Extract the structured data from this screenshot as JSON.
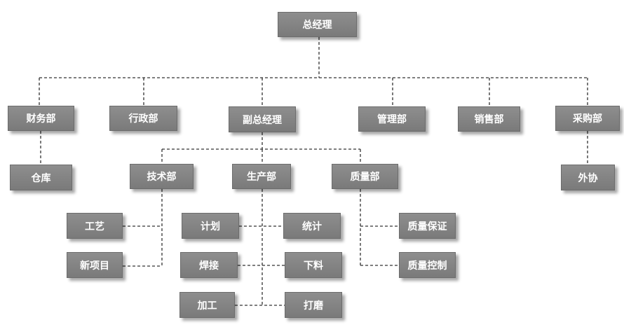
{
  "org_chart": {
    "root": "总经理",
    "level1": {
      "finance": "财务部",
      "admin": "行政部",
      "vice_gm": "副总经理",
      "management": "管理部",
      "sales": "销售部",
      "purchasing": "采购部"
    },
    "under_finance": "仓库",
    "under_purchasing": "外协",
    "under_vice_gm": {
      "technical": "技术部",
      "production": "生产部",
      "quality": "质量部"
    },
    "under_technical": [
      "工艺",
      "新项目"
    ],
    "under_production": [
      "计划",
      "焊接",
      "加工",
      "统计",
      "下料",
      "打磨"
    ],
    "under_quality": [
      "质量保证",
      "质量控制"
    ]
  },
  "colors": {
    "box_fill": "#7f7f7f",
    "box_text": "#ffffff",
    "connector": "#333333",
    "background": "#ffffff"
  }
}
